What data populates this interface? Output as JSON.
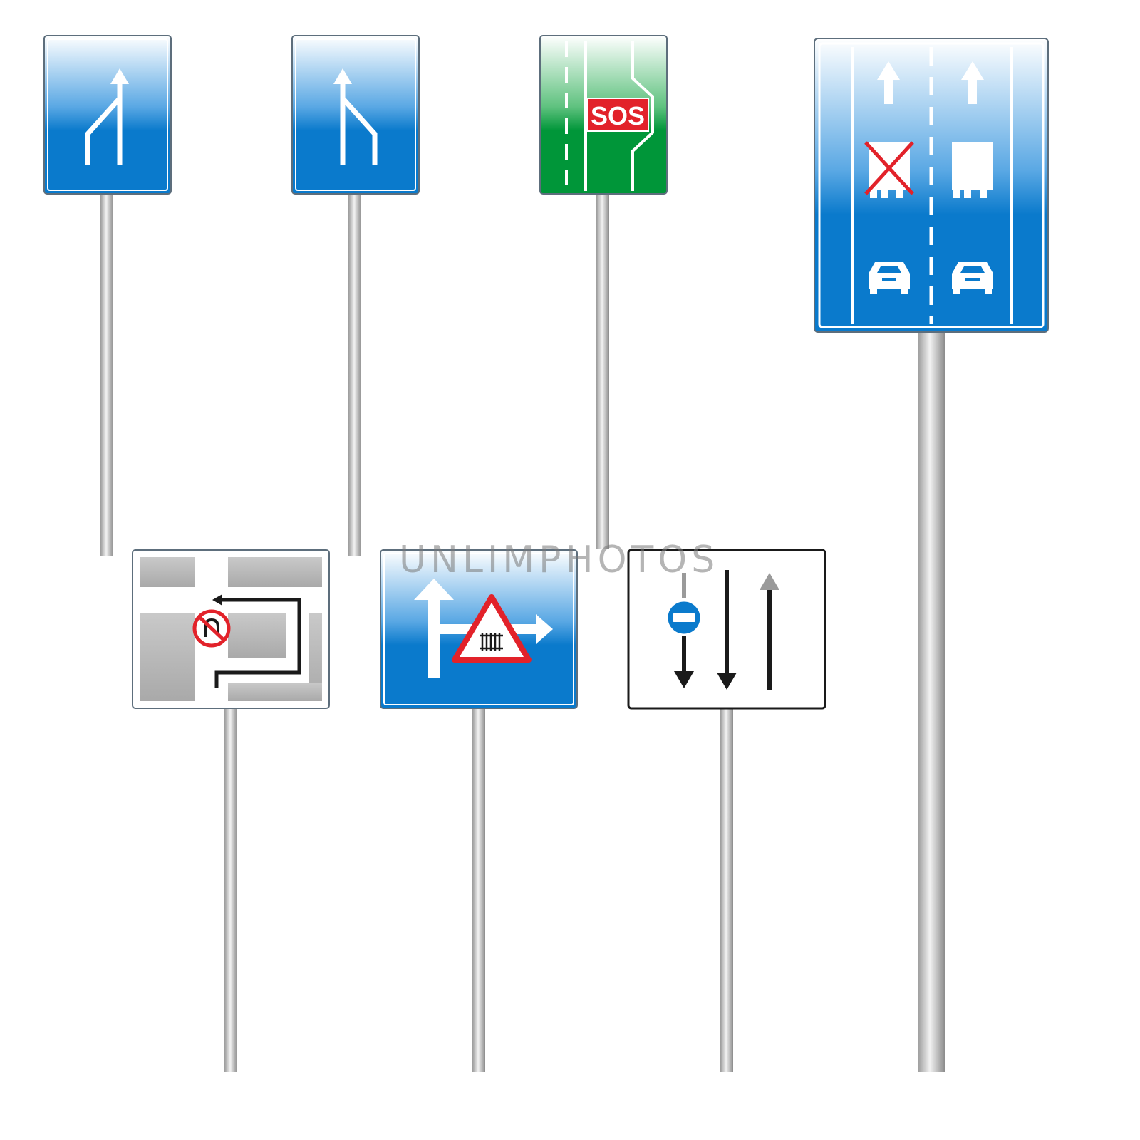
{
  "scene": {
    "background": "#ffffff"
  },
  "signs": [
    {
      "name": "lane-merge-left-sign",
      "color": "#0a7acc",
      "icon": "lane-merge-icon"
    },
    {
      "name": "lane-merge-right-sign",
      "color": "#0a7acc",
      "icon": "lane-merge-icon"
    },
    {
      "name": "emergency-lay-by-sign",
      "color": "#009639",
      "icon": "sos-lay-by-icon",
      "label": "SOS"
    },
    {
      "name": "lane-restriction-sign",
      "color": "#0a7acc",
      "icon": "lane-vehicles-icon"
    },
    {
      "name": "detour-sign",
      "color": "#ffffff",
      "icon": "detour-map-icon"
    },
    {
      "name": "railway-crossing-direction-sign",
      "color": "#0a7acc",
      "icon": "railway-crossing-icon"
    },
    {
      "name": "bus-lane-sign",
      "color": "#ffffff",
      "icon": "bus-lane-icon"
    }
  ],
  "watermark": {
    "text": "UNLIMPHOTOS"
  }
}
